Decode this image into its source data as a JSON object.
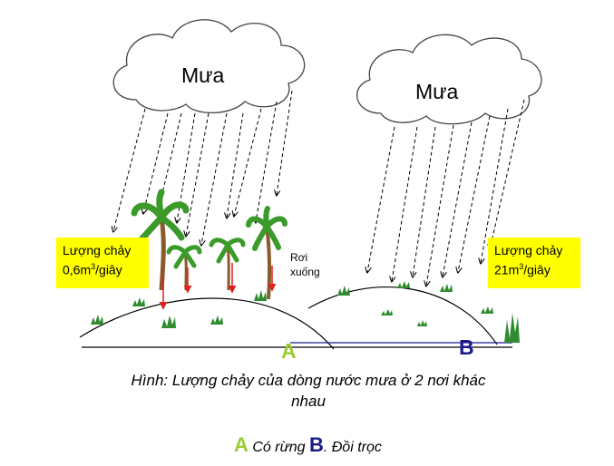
{
  "cloud_left": {
    "label": "Mưa"
  },
  "cloud_right": {
    "label": "Mưa"
  },
  "box_left": {
    "line1": "Lượng chảy",
    "line2_value": "0,6m",
    "line2_exp": "3",
    "line2_unit": "/giây"
  },
  "box_right": {
    "line1": "Lượng chảy",
    "line2_value": "21m",
    "line2_exp": "3",
    "line2_unit": "/giây"
  },
  "fall_label": {
    "line1": "Rơi",
    "line2": "xuống"
  },
  "hill_a": {
    "letter": "A"
  },
  "hill_b": {
    "letter": "B"
  },
  "caption": {
    "line1": "Hình: Lượng chảy của dòng nước mưa ở 2 nơi khác",
    "line2": "nhau"
  },
  "legend": {
    "a_letter": "A",
    "a_text": " Có rừng ",
    "b_letter": "B",
    "b_text": ". Đồi trọc"
  },
  "colors": {
    "box": "#ffff00",
    "grass": "#2e8b2e",
    "letter_a": "#9acd32",
    "letter_b": "#1a1a8c",
    "arrow_red": "#e02020"
  }
}
